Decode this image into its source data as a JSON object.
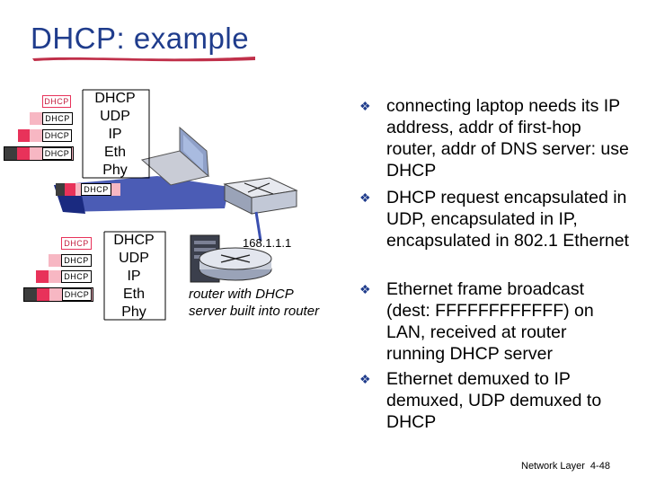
{
  "title": "DHCP: example",
  "top_stack": [
    "DHCP",
    "UDP",
    "IP",
    "Eth",
    "Phy"
  ],
  "bottom_stack": [
    "DHCP",
    "UDP",
    "IP",
    "Eth",
    "Phy"
  ],
  "packet_label": "DHCP",
  "router_ip": "168.1.1.1",
  "router_note": "router with DHCP server built into router",
  "bullets": [
    "connecting laptop needs its IP address, addr of first-hop router, addr of DNS server: use DHCP",
    "DHCP request encapsulated in UDP, encapsulated in IP, encapsulated in 802.1 Ethernet",
    "Ethernet frame broadcast (dest: FFFFFFFFFFFF) on LAN, received at router running DHCP server",
    "Ethernet demuxed to IP demuxed, UDP demuxed to DHCP"
  ],
  "footer": {
    "section": "Network Layer",
    "page": "4-48"
  },
  "colors": {
    "title": "#1f3c8c",
    "underline": "#c0304a",
    "network": "#3a4fb0",
    "packet_red": "#e8325a",
    "packet_pink": "#f7b7c3"
  }
}
